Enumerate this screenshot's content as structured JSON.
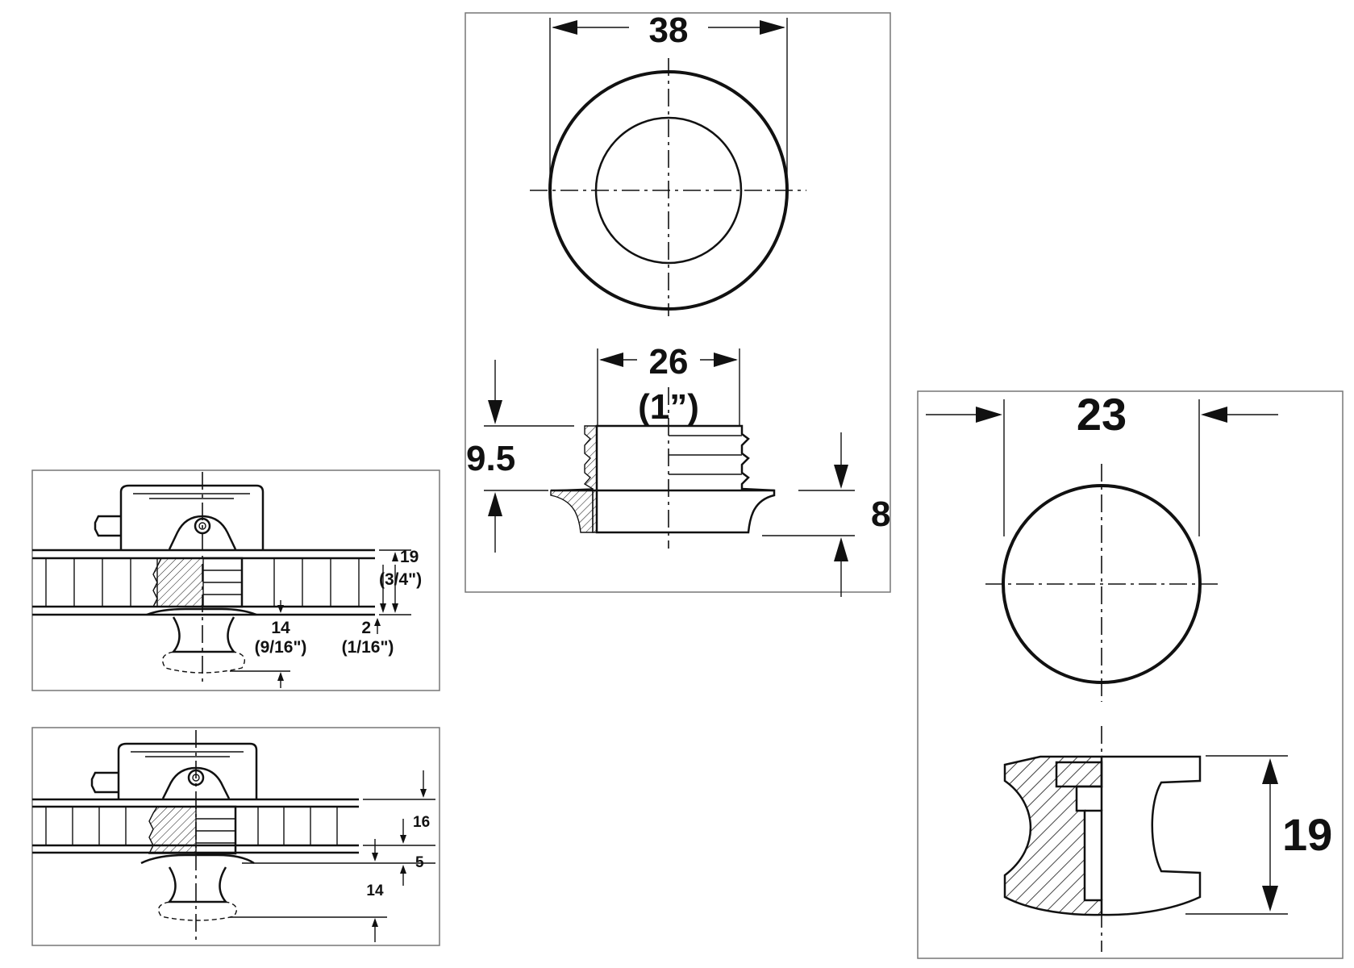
{
  "top_view": {
    "outer_diameter": "38",
    "bore_diameter": "26",
    "bore_diameter_inch": "(1”)",
    "height": "9.5",
    "flange_height": "8"
  },
  "knob_view": {
    "diameter": "23",
    "height": "19"
  },
  "install_a": {
    "panel_thickness": "19",
    "panel_thickness_inch": "(3/4\")",
    "protrusion": "14",
    "protrusion_inch": "(9/16\")",
    "flange": "2",
    "flange_inch": "(1/16\")"
  },
  "install_b": {
    "panel_thickness": "16",
    "flange": "5",
    "protrusion": "14"
  }
}
